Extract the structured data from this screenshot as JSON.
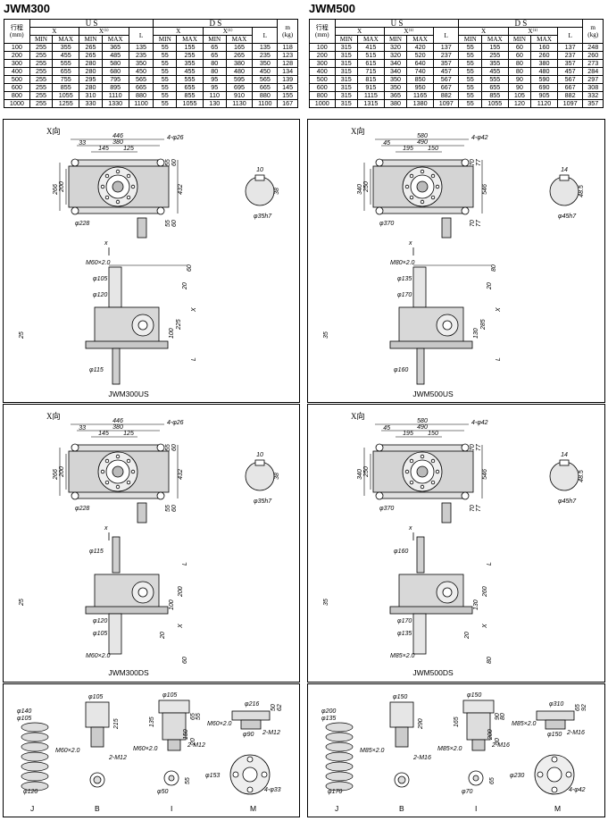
{
  "left": {
    "title": "JWM300",
    "table": {
      "h_stroke": "行程\n(mm)",
      "h_us": "U S",
      "h_ds": "D S",
      "h_x": "X",
      "h_x1": "X⁽¹⁾",
      "h_l": "L",
      "h_m": "m\n(kg)",
      "h_min": "MIN",
      "h_max": "MAX",
      "rows": [
        [
          "100",
          "255",
          "355",
          "265",
          "365",
          "135",
          "55",
          "155",
          "65",
          "165",
          "135",
          "118"
        ],
        [
          "200",
          "255",
          "455",
          "265",
          "485",
          "235",
          "55",
          "255",
          "65",
          "265",
          "235",
          "123"
        ],
        [
          "300",
          "255",
          "555",
          "280",
          "580",
          "350",
          "55",
          "355",
          "80",
          "380",
          "350",
          "128"
        ],
        [
          "400",
          "255",
          "655",
          "280",
          "680",
          "450",
          "55",
          "455",
          "80",
          "480",
          "450",
          "134"
        ],
        [
          "500",
          "255",
          "755",
          "295",
          "795",
          "565",
          "55",
          "555",
          "95",
          "595",
          "565",
          "139"
        ],
        [
          "600",
          "255",
          "855",
          "280",
          "895",
          "665",
          "55",
          "655",
          "95",
          "695",
          "665",
          "145"
        ],
        [
          "800",
          "255",
          "1055",
          "310",
          "1110",
          "880",
          "55",
          "855",
          "110",
          "910",
          "880",
          "155"
        ],
        [
          "1000",
          "255",
          "1255",
          "330",
          "1330",
          "1100",
          "55",
          "1055",
          "130",
          "1130",
          "1100",
          "167"
        ]
      ]
    },
    "us": {
      "view": "X向",
      "caption": "JWM300US",
      "d_446": "446",
      "d_380": "380",
      "d_145": "145",
      "d_125": "125",
      "d_33": "33",
      "d_holes": "4-φ26",
      "d_55": "55",
      "d_60": "60",
      "d_432": "432",
      "d_266": "266",
      "d_200": "200",
      "d_228": "φ228",
      "d_55b": "55",
      "d_60b": "60",
      "d_10": "10",
      "d_38": "38",
      "d_shaft": "φ35h7",
      "d_x": "x",
      "d_m60": "M60×2.0",
      "d_60c": "60",
      "d_105": "φ105",
      "d_120": "φ120",
      "d_20": "20",
      "d_X": "X",
      "d_25": "25",
      "d_100": "100",
      "d_225": "225",
      "d_115": "φ115",
      "d_L": "L"
    },
    "ds": {
      "view": "X向",
      "caption": "JWM300DS",
      "d_446": "446",
      "d_380": "380",
      "d_145": "145",
      "d_125": "125",
      "d_33": "33",
      "d_holes": "4-φ26",
      "d_55": "55",
      "d_60": "60",
      "d_432": "432",
      "d_266": "266",
      "d_200": "200",
      "d_228": "φ228",
      "d_55b": "55",
      "d_60b": "60",
      "d_10": "10",
      "d_38": "38",
      "d_shaft": "φ35h7",
      "d_x": "x",
      "d_115": "φ115",
      "d_L": "L",
      "d_25": "25",
      "d_100": "100",
      "d_200b": "200",
      "d_120": "φ120",
      "d_105": "φ105",
      "d_20": "20",
      "d_X": "X",
      "d_m60": "M60×2.0",
      "d_60c": "60"
    },
    "acc": {
      "J": "J",
      "B": "B",
      "I": "I",
      "M": "M",
      "j_140": "φ140",
      "j_105": "φ105",
      "j_120": "φ120",
      "b_105": "φ105",
      "b_215": "215",
      "b_m60": "M60×2.0",
      "b_2m12": "2-M12",
      "i_105": "φ105",
      "i_135": "135",
      "i_65": "65",
      "i_55": "55",
      "i_150": "150",
      "i_20": "20",
      "i_m60": "M60×2.0",
      "i_2m12": "2-M12",
      "i_50": "φ50",
      "i_55b": "55",
      "m_216": "φ216",
      "m_m60": "M60×2.0",
      "m_50": "50",
      "m_62": "62",
      "m_90": "φ90",
      "m_2m12": "2-M12",
      "m_153": "φ153",
      "m_4holes": "4-φ33"
    }
  },
  "right": {
    "title": "JWM500",
    "table": {
      "h_stroke": "行程\n(mm)",
      "h_us": "U S",
      "h_ds": "D S",
      "h_x": "X",
      "h_x1": "X⁽¹⁾",
      "h_l": "L",
      "h_m": "m\n(kg)",
      "h_min": "MIN",
      "h_max": "MAX",
      "rows": [
        [
          "100",
          "315",
          "415",
          "320",
          "420",
          "137",
          "55",
          "155",
          "60",
          "160",
          "137",
          "248"
        ],
        [
          "200",
          "315",
          "515",
          "320",
          "520",
          "237",
          "55",
          "255",
          "60",
          "260",
          "237",
          "260"
        ],
        [
          "300",
          "315",
          "615",
          "340",
          "640",
          "357",
          "55",
          "355",
          "80",
          "380",
          "357",
          "273"
        ],
        [
          "400",
          "315",
          "715",
          "340",
          "740",
          "457",
          "55",
          "455",
          "80",
          "480",
          "457",
          "284"
        ],
        [
          "500",
          "315",
          "815",
          "350",
          "850",
          "567",
          "55",
          "555",
          "90",
          "590",
          "567",
          "297"
        ],
        [
          "600",
          "315",
          "915",
          "350",
          "950",
          "667",
          "55",
          "655",
          "90",
          "690",
          "667",
          "308"
        ],
        [
          "800",
          "315",
          "1115",
          "365",
          "1165",
          "882",
          "55",
          "855",
          "105",
          "905",
          "882",
          "332"
        ],
        [
          "1000",
          "315",
          "1315",
          "380",
          "1380",
          "1097",
          "55",
          "1055",
          "120",
          "1120",
          "1097",
          "357"
        ]
      ]
    },
    "us": {
      "view": "X向",
      "caption": "JWM500US",
      "d_446": "580",
      "d_380": "490",
      "d_145": "195",
      "d_125": "150",
      "d_33": "45",
      "d_holes": "4-φ42",
      "d_55": "70",
      "d_60": "77",
      "d_432": "546",
      "d_266": "340",
      "d_200": "250",
      "d_228": "φ370",
      "d_55b": "70",
      "d_60b": "77",
      "d_10": "14",
      "d_38": "48.5",
      "d_shaft": "φ45h7",
      "d_x": "x",
      "d_m60": "M80×2.0",
      "d_60c": "80",
      "d_105": "φ135",
      "d_120": "φ170",
      "d_20": "20",
      "d_X": "X",
      "d_25": "35",
      "d_100": "130",
      "d_225": "285",
      "d_115": "φ160",
      "d_L": "L"
    },
    "ds": {
      "view": "X向",
      "caption": "JWM500DS",
      "d_446": "580",
      "d_380": "490",
      "d_145": "195",
      "d_125": "150",
      "d_33": "45",
      "d_holes": "4-φ42",
      "d_55": "70",
      "d_60": "77",
      "d_432": "546",
      "d_266": "340",
      "d_200": "250",
      "d_228": "φ370",
      "d_55b": "70",
      "d_60b": "77",
      "d_10": "14",
      "d_38": "48.5",
      "d_shaft": "φ45h7",
      "d_x": "x",
      "d_115": "φ160",
      "d_L": "L",
      "d_25": "35",
      "d_100": "130",
      "d_200b": "260",
      "d_120": "φ170",
      "d_105": "φ135",
      "d_20": "20",
      "d_X": "X",
      "d_m60": "M85×2.0",
      "d_60c": "80"
    },
    "acc": {
      "J": "J",
      "B": "B",
      "I": "I",
      "M": "M",
      "j_140": "φ200",
      "j_105": "φ135",
      "j_120": "φ170",
      "b_105": "φ150",
      "b_215": "290",
      "b_m60": "M85×2.0",
      "b_2m12": "2-M16",
      "i_105": "φ150",
      "i_135": "165",
      "i_65": "90",
      "i_55": "80",
      "i_150": "200",
      "i_20": "30",
      "i_m60": "M85×2.0",
      "i_2m12": "2-M16",
      "i_50": "φ70",
      "i_55b": "65",
      "m_216": "φ310",
      "m_m60": "M85×2.0",
      "m_50": "65",
      "m_62": "92",
      "m_90": "φ150",
      "m_2m12": "2-M16",
      "m_153": "φ230",
      "m_4holes": "4-φ42"
    }
  }
}
